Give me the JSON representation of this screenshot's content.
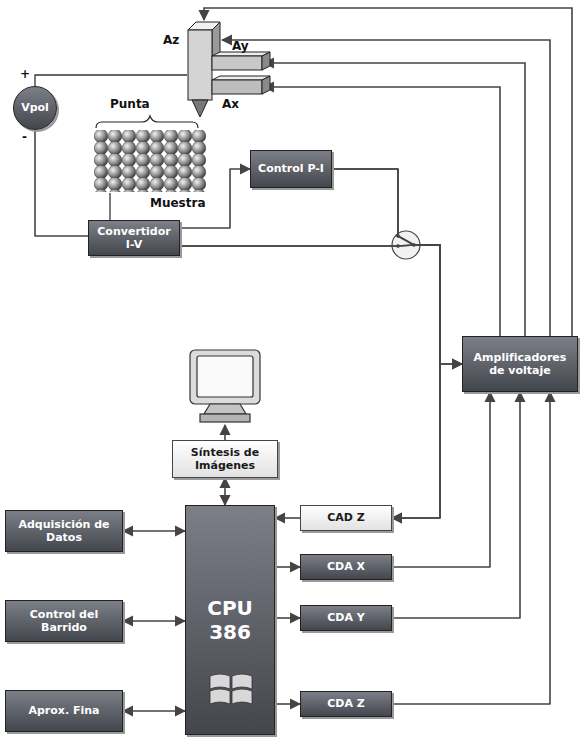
{
  "diagram": {
    "nodes": [
      {
        "text": [
          "Vpol"
        ]
      },
      {
        "text": [
          "Convertidor I-V"
        ]
      },
      {
        "text": [
          "Control P-I"
        ]
      },
      {
        "text": [
          "Amplificadores de voltaje"
        ]
      },
      {
        "text": [
          "Síntesis de Imágenes"
        ]
      },
      {
        "text": [
          "Adquisición de Datos"
        ]
      },
      {
        "text": [
          "Control del Barrido"
        ]
      },
      {
        "text": [
          "Aprox. Fina"
        ]
      },
      {
        "text": [
          "CPU 386"
        ]
      },
      {
        "text": [
          "CAD Z"
        ]
      },
      {
        "text": [
          "CDA X"
        ]
      },
      {
        "text": [
          "CDA Y"
        ]
      },
      {
        "text": [
          "CDA Z"
        ]
      }
    ],
    "edges": [
      {
        "from": 0,
        "to": 1,
        "arrow": "none"
      },
      {
        "from": 1,
        "to": 2,
        "arrow": "to"
      },
      {
        "from": 2,
        "to": 3,
        "arrow": "to"
      },
      {
        "from": 1,
        "to": 3,
        "arrow": "to"
      },
      {
        "from": 2,
        "to": 9,
        "arrow": "to"
      },
      {
        "from": 1,
        "to": 9,
        "arrow": "to"
      },
      {
        "from": 4,
        "to": 8,
        "arrow": "both"
      },
      {
        "from": 5,
        "to": 8,
        "arrow": "both"
      },
      {
        "from": 6,
        "to": 8,
        "arrow": "both"
      },
      {
        "from": 7,
        "to": 8,
        "arrow": "both"
      },
      {
        "from": 9,
        "to": 8,
        "arrow": "to"
      },
      {
        "from": 8,
        "to": 10,
        "arrow": "to"
      },
      {
        "from": 8,
        "to": 11,
        "arrow": "to"
      },
      {
        "from": 8,
        "to": 12,
        "arrow": "to"
      },
      {
        "from": 10,
        "to": 3,
        "arrow": "to"
      },
      {
        "from": 11,
        "to": 3,
        "arrow": "to"
      },
      {
        "from": 12,
        "to": 3,
        "arrow": "to"
      }
    ],
    "labels": [
      "Az",
      "Ay",
      "Ax",
      "Punta",
      "Muestra",
      "+",
      "-"
    ]
  }
}
